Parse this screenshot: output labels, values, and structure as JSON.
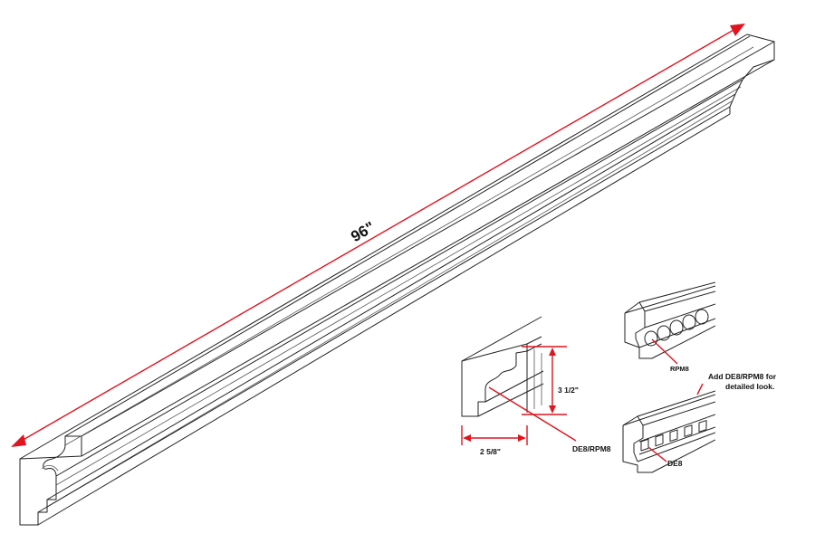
{
  "colors": {
    "dimension": "#e0141e",
    "line": "#222222",
    "background": "#ffffff"
  },
  "main": {
    "length_label": "96\""
  },
  "detail_section": {
    "height_label": "3 1/2\"",
    "depth_label": "2 5/8\"",
    "callout_label": "DE8/RPM8"
  },
  "accessory_rpm8": {
    "part_label": "RPM8",
    "note_line1": "Add DE8/RPM8 for",
    "note_line2": "detailed look."
  },
  "accessory_de8": {
    "part_label": "DE8"
  }
}
